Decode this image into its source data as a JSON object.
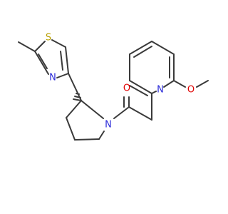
{
  "molecule": {
    "atoms": {
      "s1": {
        "label": "S",
        "color": "#b8a000"
      },
      "n_thiazole": {
        "label": "N",
        "color": "#2a2ad8"
      },
      "n_pyrrolidine": {
        "label": "N",
        "color": "#2a2ad8"
      },
      "o_carbonyl": {
        "label": "O",
        "color": "#e00000"
      },
      "n_pyridine": {
        "label": "N",
        "color": "#2a2ad8"
      },
      "o_methoxy": {
        "label": "O",
        "color": "#e00000"
      }
    },
    "stereo_marker": "wedge",
    "bond_color": "#3a3a3a"
  }
}
